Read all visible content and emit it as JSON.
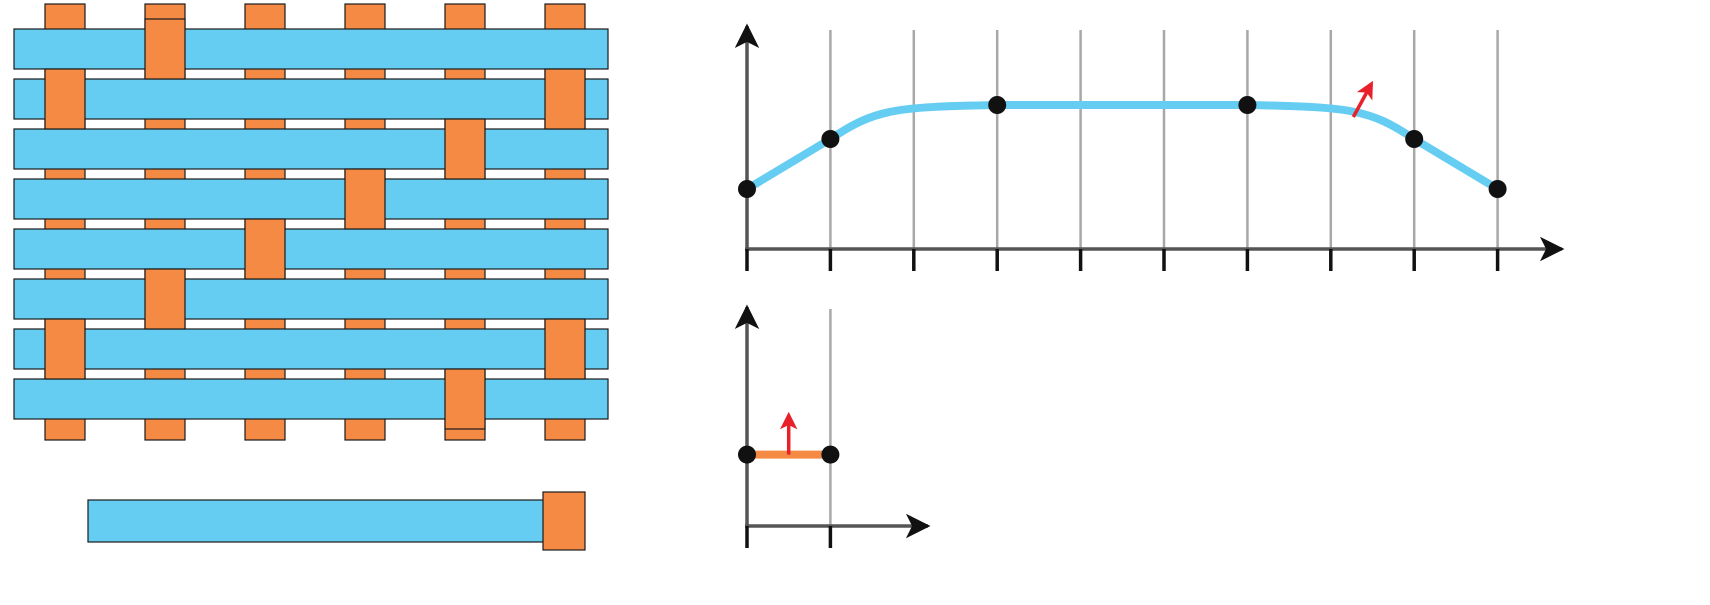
{
  "colors": {
    "weft": "#66CDF2",
    "warp": "#F58A45",
    "outline": "#1a1a1a",
    "axis": "#555555",
    "grid": "#a8a8a8",
    "curve": "#66CDF2",
    "segment": "#F58A45",
    "point": "#111111",
    "arrow": "#E8202A",
    "background": "#ffffff"
  },
  "weave": {
    "rows": 8,
    "columns": 6,
    "pattern_rows": [
      [
        false,
        true,
        false,
        false,
        false,
        false
      ],
      [
        true,
        false,
        false,
        false,
        false,
        true
      ],
      [
        false,
        false,
        false,
        false,
        true,
        false
      ],
      [
        false,
        false,
        false,
        true,
        false,
        false
      ],
      [
        false,
        false,
        true,
        false,
        false,
        false
      ],
      [
        false,
        true,
        false,
        false,
        false,
        false
      ],
      [
        true,
        false,
        false,
        false,
        false,
        true
      ],
      [
        false,
        false,
        false,
        false,
        true,
        false
      ]
    ],
    "single_strip": {
      "warp_over_at_end": true
    }
  },
  "diagrams": [
    {
      "id": "profile-curve",
      "x_ticks": [
        0,
        1,
        2,
        3,
        4,
        5,
        6,
        7,
        8,
        9
      ],
      "curve": [
        [
          0,
          0.3
        ],
        [
          1,
          0.55
        ],
        [
          2,
          0.68
        ],
        [
          3,
          0.72
        ],
        [
          6,
          0.72
        ],
        [
          7,
          0.68
        ],
        [
          8,
          0.55
        ],
        [
          9,
          0.3
        ]
      ],
      "points": [
        [
          0,
          0.3
        ],
        [
          1,
          0.55
        ],
        [
          3,
          0.72
        ],
        [
          6,
          0.72
        ],
        [
          8,
          0.55
        ],
        [
          9,
          0.3
        ]
      ],
      "arrow": {
        "at": [
          7.27,
          0.66
        ],
        "dir": [
          0.3,
          0.55
        ]
      },
      "y_max": 1.0
    },
    {
      "id": "segment",
      "x_ticks": [
        0,
        1
      ],
      "segment": [
        [
          0,
          0.3
        ],
        [
          1,
          0.3
        ]
      ],
      "points": [
        [
          0,
          0.3
        ],
        [
          1,
          0.3
        ]
      ],
      "arrow": {
        "at": [
          0.5,
          0.3
        ],
        "dir": [
          0,
          0.55
        ]
      },
      "y_max": 1.0
    }
  ]
}
